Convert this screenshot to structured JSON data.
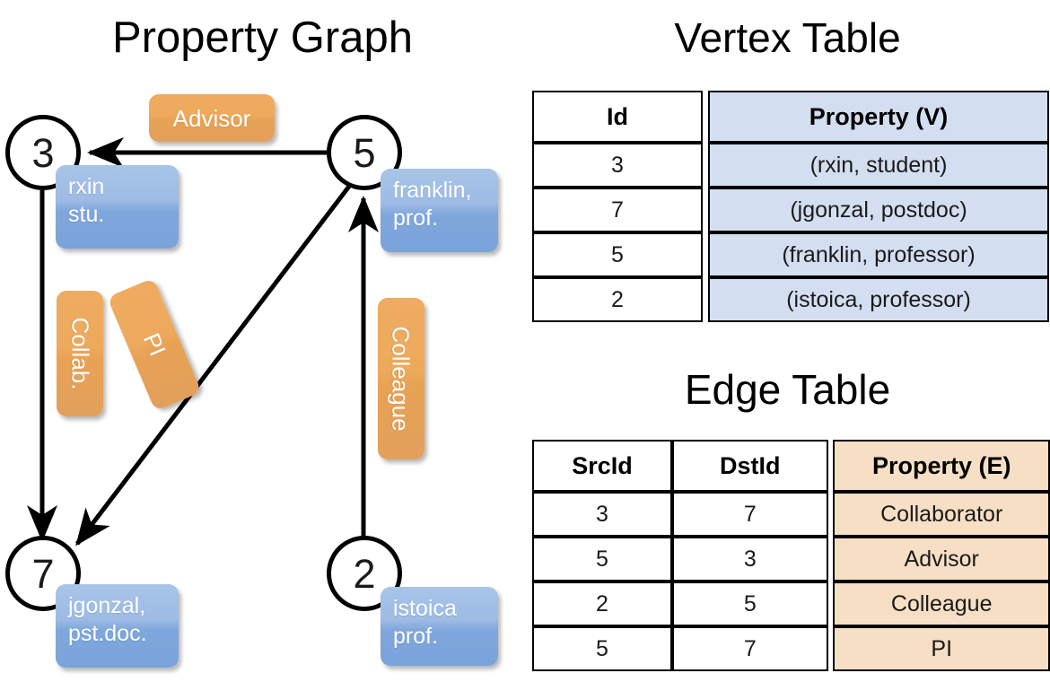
{
  "graph_panel": {
    "title": "Property Graph",
    "nodes": [
      {
        "id": "3",
        "property_lines": [
          "rxin",
          "stu."
        ]
      },
      {
        "id": "5",
        "property_lines": [
          "franklin,",
          "prof."
        ]
      },
      {
        "id": "7",
        "property_lines": [
          "jgonzal,",
          "pst.doc."
        ]
      },
      {
        "id": "2",
        "property_lines": [
          "istoica",
          "prof."
        ]
      }
    ],
    "edge_labels": [
      {
        "text": "Advisor",
        "orientation": "horizontal"
      },
      {
        "text": "Collab.",
        "orientation": "vertical"
      },
      {
        "text": "PI",
        "orientation": "vertical-tilted"
      },
      {
        "text": "Colleague",
        "orientation": "vertical"
      }
    ],
    "edges": [
      {
        "from": "5",
        "to": "3",
        "label": "Advisor"
      },
      {
        "from": "3",
        "to": "7",
        "label": "Collab."
      },
      {
        "from": "5",
        "to": "7",
        "label": "PI"
      },
      {
        "from": "2",
        "to": "5",
        "label": "Colleague"
      }
    ]
  },
  "vertex_table": {
    "title": "Vertex Table",
    "headers": [
      "Id",
      "Property (V)"
    ],
    "rows": [
      {
        "id": "3",
        "property": "(rxin, student)"
      },
      {
        "id": "7",
        "property": "(jgonzal, postdoc)"
      },
      {
        "id": "5",
        "property": "(franklin, professor)"
      },
      {
        "id": "2",
        "property": "(istoica, professor)"
      }
    ]
  },
  "edge_table": {
    "title": "Edge Table",
    "headers": [
      "SrcId",
      "DstId",
      "Property (E)"
    ],
    "rows": [
      {
        "src": "3",
        "dst": "7",
        "property": "Collaborator"
      },
      {
        "src": "5",
        "dst": "3",
        "property": "Advisor"
      },
      {
        "src": "2",
        "dst": "5",
        "property": "Colleague"
      },
      {
        "src": "5",
        "dst": "7",
        "property": "PI"
      }
    ]
  },
  "colors": {
    "vertex_property_fill": "#d3dff1",
    "edge_property_fill": "#f6dfc4",
    "node_callout_blue": "#8fb3e0",
    "edge_callout_orange": "#eda95c",
    "stroke": "#000000",
    "background": "#ffffff"
  }
}
